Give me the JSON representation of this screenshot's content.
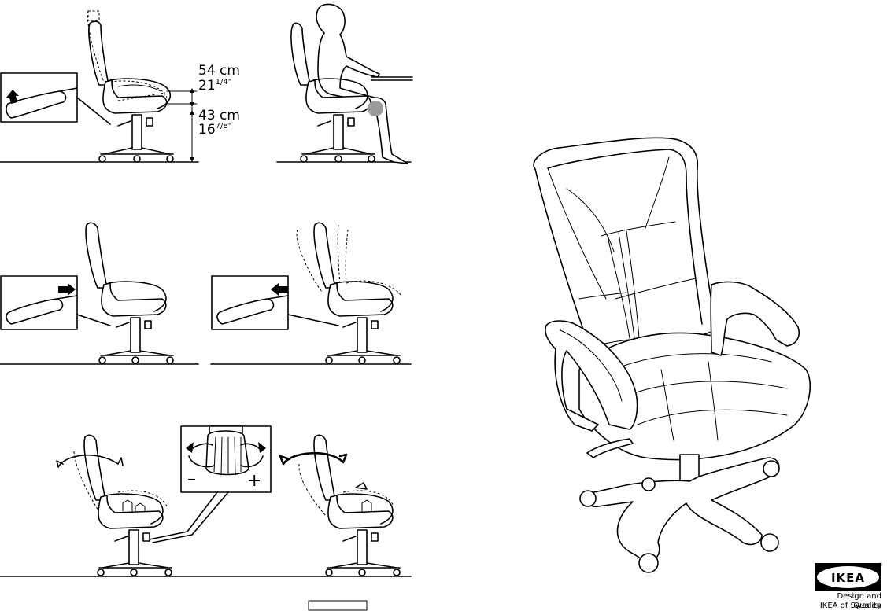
{
  "measurements": {
    "back_height_cm": "54 cm",
    "back_height_in_whole": "21",
    "back_height_in_frac": "1/4\"",
    "seat_height_cm": "43 cm",
    "seat_height_in_whole": "16",
    "seat_height_in_frac": "7/8\""
  },
  "tension_knob": {
    "minus_sign": "–",
    "plus_sign": "+"
  },
  "brand": {
    "logo_text": "IKEA",
    "registered_mark": "®",
    "tagline_line1": "Design and Quality",
    "tagline_line2": "IKEA of Sweden"
  },
  "icons": [
    "lever-up-arrow-icon",
    "lever-right-arrow-icon",
    "lever-left-arrow-icon",
    "rotate-arrow-icon",
    "knee-dot-icon"
  ]
}
